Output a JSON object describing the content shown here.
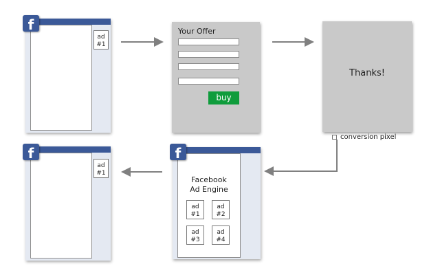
{
  "fb_logo": "f",
  "ads": {
    "top_left": [
      "ad",
      "#1"
    ],
    "bottom_left": [
      "ad",
      "#1"
    ],
    "engine": [
      [
        "ad",
        "#1"
      ],
      [
        "ad",
        "#2"
      ],
      [
        "ad",
        "#3"
      ],
      [
        "ad",
        "#4"
      ]
    ]
  },
  "offer": {
    "title": "Your Offer",
    "buy_label": "buy"
  },
  "thanks": {
    "title": "Thanks!",
    "pixel_label": "conversion pixel"
  },
  "engine": {
    "title_line1": "Facebook",
    "title_line2": "Ad Engine"
  },
  "colors": {
    "facebook_blue": "#3b5998",
    "buy_green": "#0f9c3c",
    "panel_gray": "#c9c9c9",
    "arrow_gray": "#808080"
  }
}
